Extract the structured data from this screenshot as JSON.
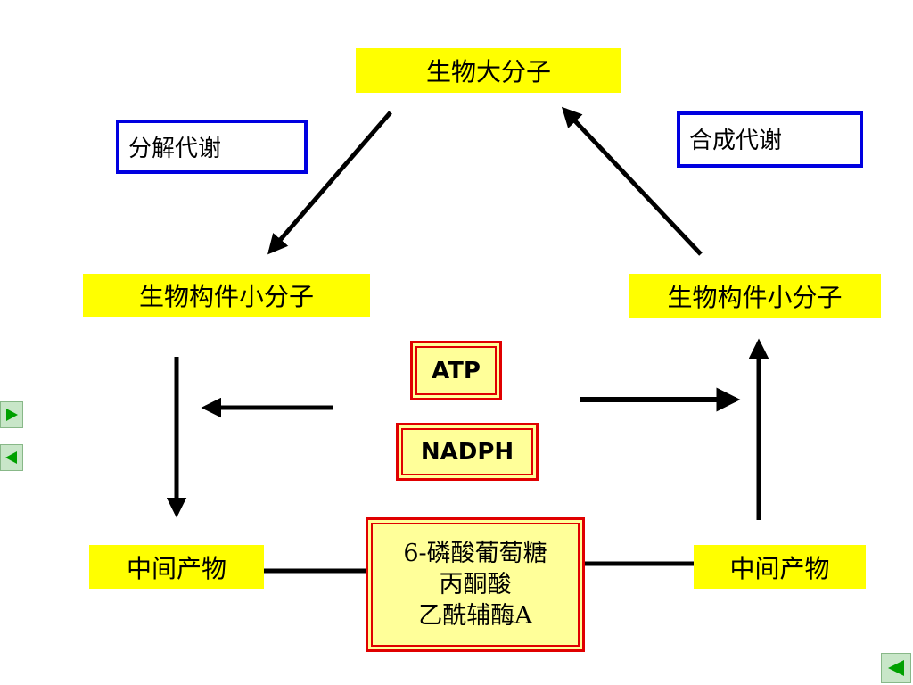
{
  "nodes": {
    "top": "生物大分子",
    "left_mid": "生物构件小分子",
    "right_mid": "生物构件小分子",
    "left_bottom": "中间产物",
    "right_bottom": "中间产物"
  },
  "labels": {
    "catabolism": "分解代谢",
    "anabolism": "合成代谢"
  },
  "energy": {
    "atp": "ATP",
    "nadph": "NADPH"
  },
  "compounds": {
    "line1": "6-磷酸葡萄糖",
    "line2": "丙酮酸",
    "line3": "乙酰辅酶A"
  },
  "colors": {
    "node_fill": "#ffff00",
    "label_border": "#0000e0",
    "energy_border": "#e00000",
    "compound_fill": "#ffff99",
    "nav_arrow": "#00a000"
  },
  "nav": {
    "next_icon": "play-right-icon",
    "prev_icon": "play-left-icon",
    "back_icon": "play-left-icon"
  }
}
